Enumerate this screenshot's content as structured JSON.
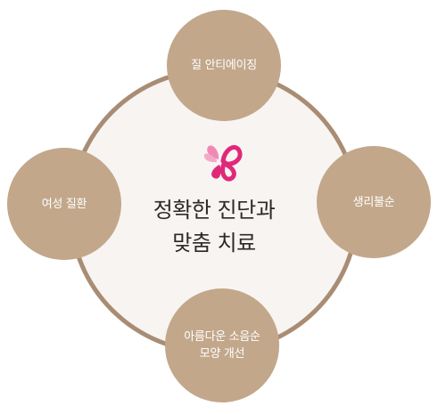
{
  "diagram": {
    "nodes": {
      "top": "질 안티에이징",
      "left": "여성 질환",
      "right": "생리불순",
      "bottom": "아름다운 소음순\n모양 개선"
    },
    "center": {
      "line1": "정확한 진단과",
      "line2": "맞춤 치료"
    },
    "colors": {
      "ring": "#a88d74",
      "node_fill": "#c2a78b",
      "center_fill": "#f8f4f1",
      "logo_pink": "#e0287a",
      "logo_light_pink": "#f08ab4"
    },
    "logo_icon": "butterfly-flower-icon"
  }
}
